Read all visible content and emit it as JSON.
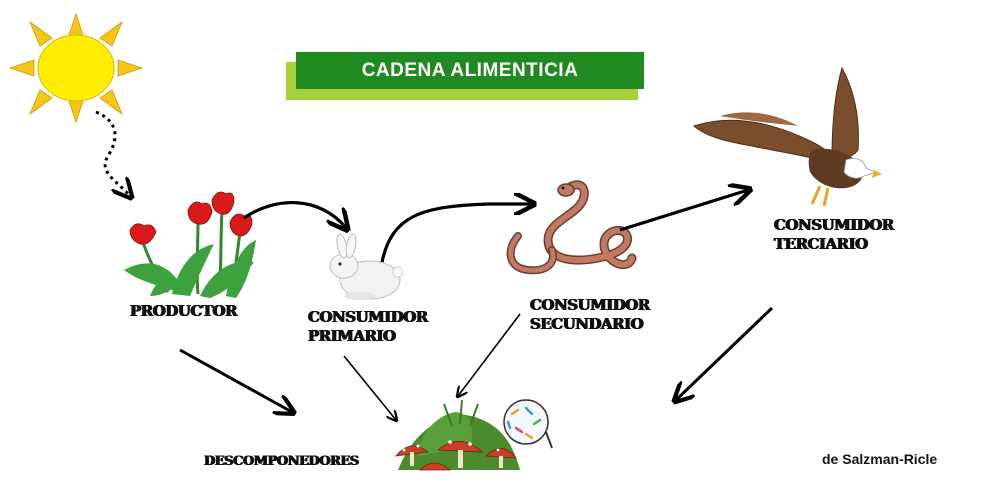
{
  "title": "CADENA ALIMENTICIA",
  "nodes": {
    "productor": "PRODUCTOR",
    "consumidor_primario": [
      "CONSUMIDOR",
      "PRIMARIO"
    ],
    "consumidor_secundario": [
      "CONSUMIDOR",
      "SECUNDARIO"
    ],
    "consumidor_terciario": [
      "CONSUMIDOR",
      "TERCIARIO"
    ],
    "descomponedores": "DESCOMPONEDORES"
  },
  "credit": "de Salzman-Ricle",
  "colors": {
    "title_bg": "#1f8a1f",
    "title_shadow": "#a8cf3a",
    "sun": "#ffee00",
    "sun_rays": "#f5c518",
    "arrows": "#000000"
  },
  "icons": [
    "sun-icon",
    "tulips-icon",
    "rabbit-icon",
    "snake-icon",
    "eagle-icon",
    "mushrooms-icon",
    "microscope-bacteria-icon"
  ]
}
